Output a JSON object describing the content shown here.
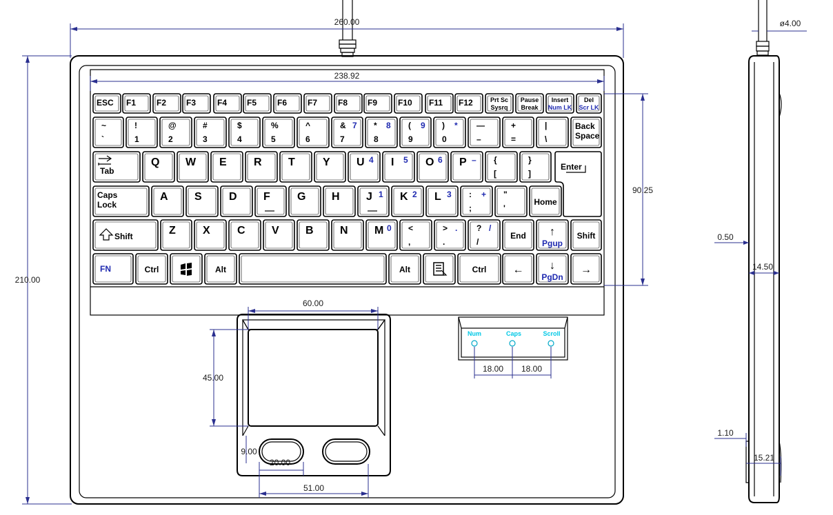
{
  "dimensions": {
    "overall_width": "260.00",
    "cable_diameter": "ø4.00",
    "key_area_width": "238.92",
    "overall_height": "210.00",
    "key_area_height": "90.25",
    "touchpad_width": "60.00",
    "touchpad_height": "45.00",
    "button_gap": "9.00",
    "button_width": "20.00",
    "buttons_span": "51.00",
    "led_spacing_1": "18.00",
    "led_spacing_2": "18.00",
    "side_offset_top": "0.50",
    "side_thickness": "14.50",
    "side_offset_bottom": "1.10",
    "side_total": "15.21"
  },
  "leds": [
    "Num",
    "Caps",
    "Scroll"
  ],
  "keyboard": {
    "row_f": [
      {
        "t": "ESC"
      },
      {
        "t": "F1"
      },
      {
        "t": "F2"
      },
      {
        "t": "F3"
      },
      {
        "t": "F4"
      },
      {
        "t": "F5"
      },
      {
        "t": "F6"
      },
      {
        "t": "F7"
      },
      {
        "t": "F8"
      },
      {
        "t": "F9"
      },
      {
        "t": "F10"
      },
      {
        "t": "F11"
      },
      {
        "t": "F12"
      },
      {
        "t": "Prt Sc",
        "b": "Sysrq"
      },
      {
        "t": "Pause",
        "b": "Break"
      },
      {
        "t": "Insert",
        "b": "Num LK"
      },
      {
        "t": "Del",
        "b": "Scr LK"
      }
    ],
    "row_num": [
      {
        "t": "~",
        "b": "`"
      },
      {
        "t": "!",
        "b": "1"
      },
      {
        "t": "@",
        "b": "2"
      },
      {
        "t": "#",
        "b": "3"
      },
      {
        "t": "$",
        "b": "4"
      },
      {
        "t": "%",
        "b": "5"
      },
      {
        "t": "^",
        "b": "6"
      },
      {
        "t": "&",
        "b": "7",
        "n": "7"
      },
      {
        "t": "*",
        "b": "8",
        "n": "8"
      },
      {
        "t": "(",
        "b": "9",
        "n": "9"
      },
      {
        "t": ")",
        "b": "0",
        "n": "*"
      },
      {
        "t": "—",
        "b": "–"
      },
      {
        "t": "+",
        "b": "="
      },
      {
        "t": "|",
        "b": "\\"
      },
      {
        "t": "Back",
        "b": "Space"
      }
    ],
    "row_q": [
      {
        "t": "Tab"
      },
      {
        "t": "Q"
      },
      {
        "t": "W"
      },
      {
        "t": "E"
      },
      {
        "t": "R"
      },
      {
        "t": "T"
      },
      {
        "t": "Y"
      },
      {
        "t": "U",
        "n": "4"
      },
      {
        "t": "I",
        "n": "5"
      },
      {
        "t": "O",
        "n": "6"
      },
      {
        "t": "P",
        "n": "–"
      },
      {
        "t": "{",
        "b": "["
      },
      {
        "t": "}",
        "b": "]"
      },
      {
        "t": "Enter"
      }
    ],
    "row_a": [
      {
        "t": "Caps",
        "b": "Lock"
      },
      {
        "t": "A"
      },
      {
        "t": "S"
      },
      {
        "t": "D"
      },
      {
        "t": "F"
      },
      {
        "t": "G"
      },
      {
        "t": "H"
      },
      {
        "t": "J",
        "n": "1"
      },
      {
        "t": "K",
        "n": "2"
      },
      {
        "t": "L",
        "n": "3"
      },
      {
        "t": ":",
        "b": ";",
        "n": "+"
      },
      {
        "t": "\"",
        "b": "'"
      },
      {
        "t": "Home"
      }
    ],
    "row_z": [
      {
        "t": "Shift"
      },
      {
        "t": "Z"
      },
      {
        "t": "X"
      },
      {
        "t": "C"
      },
      {
        "t": "V"
      },
      {
        "t": "B"
      },
      {
        "t": "N"
      },
      {
        "t": "M",
        "n": "0"
      },
      {
        "t": "<",
        "b": ","
      },
      {
        "t": ">",
        "b": ".",
        "n": "."
      },
      {
        "t": "?",
        "b": "/",
        "n": "/"
      },
      {
        "t": "End"
      },
      {
        "t": "↑",
        "b": "Pgup"
      },
      {
        "t": "Shift"
      }
    ],
    "row_space": [
      {
        "t": "FN"
      },
      {
        "t": "Ctrl"
      },
      {
        "t": "win-icon"
      },
      {
        "t": "Alt"
      },
      {
        "t": ""
      },
      {
        "t": "Alt"
      },
      {
        "t": "menu-icon"
      },
      {
        "t": "Ctrl"
      },
      {
        "t": "←"
      },
      {
        "t": "↓",
        "b": "PgDn"
      },
      {
        "t": "→"
      }
    ]
  },
  "colors": {
    "outline": "#000000",
    "dimension_line": "#2a2f8f",
    "fn_label": "#1f2ab0",
    "led_label": "#00c8e6"
  }
}
